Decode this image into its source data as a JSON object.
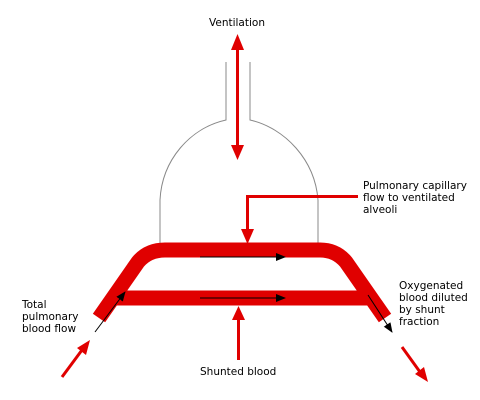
{
  "labels": {
    "ventilation": "Ventilation",
    "pulmonary_capillary": "Pulmonary capillary\nflow to ventilated\nalveoli",
    "oxygenated": "Oxygenated\nblood diluted\nby shunt\nfraction",
    "total_flow": "Total\npulmonary\nblood flow",
    "shunted": "Shunted blood"
  },
  "colors": {
    "vessel": "#e00000",
    "arrow_red": "#e00000",
    "arrow_black": "#000000",
    "alveolus_outline": "#888888"
  }
}
